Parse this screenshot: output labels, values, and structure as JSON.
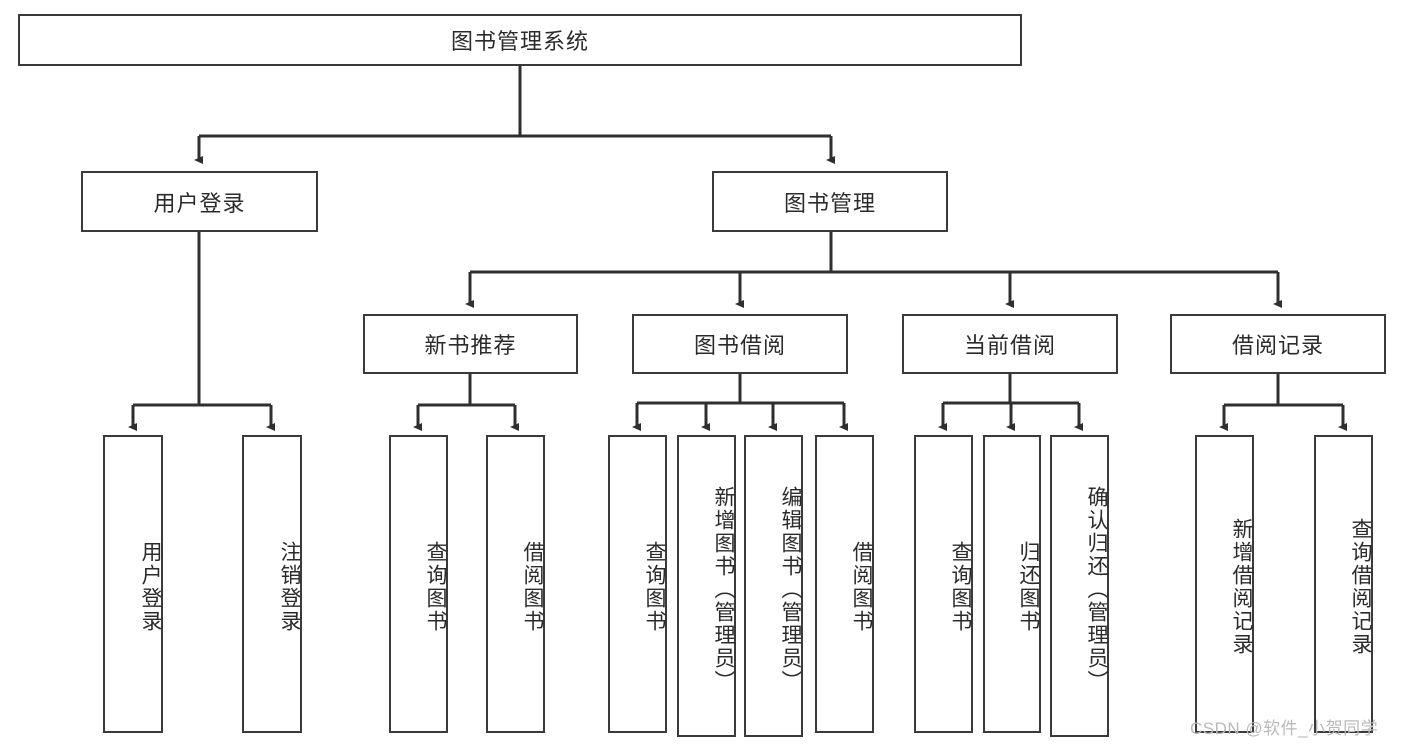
{
  "diagram": {
    "title": "图书管理系统",
    "type": "tree",
    "watermark": "CSDN @软件_小贺同学",
    "colors": {
      "box_border": "#3a3a3a",
      "box_fill": "#ffffff",
      "edge": "#2f2f2f",
      "text": "#2b2b2b",
      "watermark": "#b9b9b9"
    },
    "root": {
      "label": "图书管理系统"
    },
    "level2": [
      {
        "label": "用户登录"
      },
      {
        "label": "图书管理"
      }
    ],
    "level3": [
      {
        "label": "新书推荐"
      },
      {
        "label": "图书借阅"
      },
      {
        "label": "当前借阅"
      },
      {
        "label": "借阅记录"
      }
    ],
    "leaves": {
      "user_login": [
        {
          "label": "用户登录"
        },
        {
          "label": "注销登录"
        }
      ],
      "new_book_recommend": [
        {
          "label": "查询图书"
        },
        {
          "label": "借阅图书"
        }
      ],
      "book_borrow": [
        {
          "label": "查询图书"
        },
        {
          "label": "新增图书（管理员）"
        },
        {
          "label": "编辑图书（管理员）"
        },
        {
          "label": "借阅图书"
        }
      ],
      "current_borrow": [
        {
          "label": "查询图书"
        },
        {
          "label": "归还图书"
        },
        {
          "label": "确认归还（管理员）"
        }
      ],
      "borrow_records": [
        {
          "label": "新增借阅记录"
        },
        {
          "label": "查询借阅记录"
        }
      ]
    }
  }
}
